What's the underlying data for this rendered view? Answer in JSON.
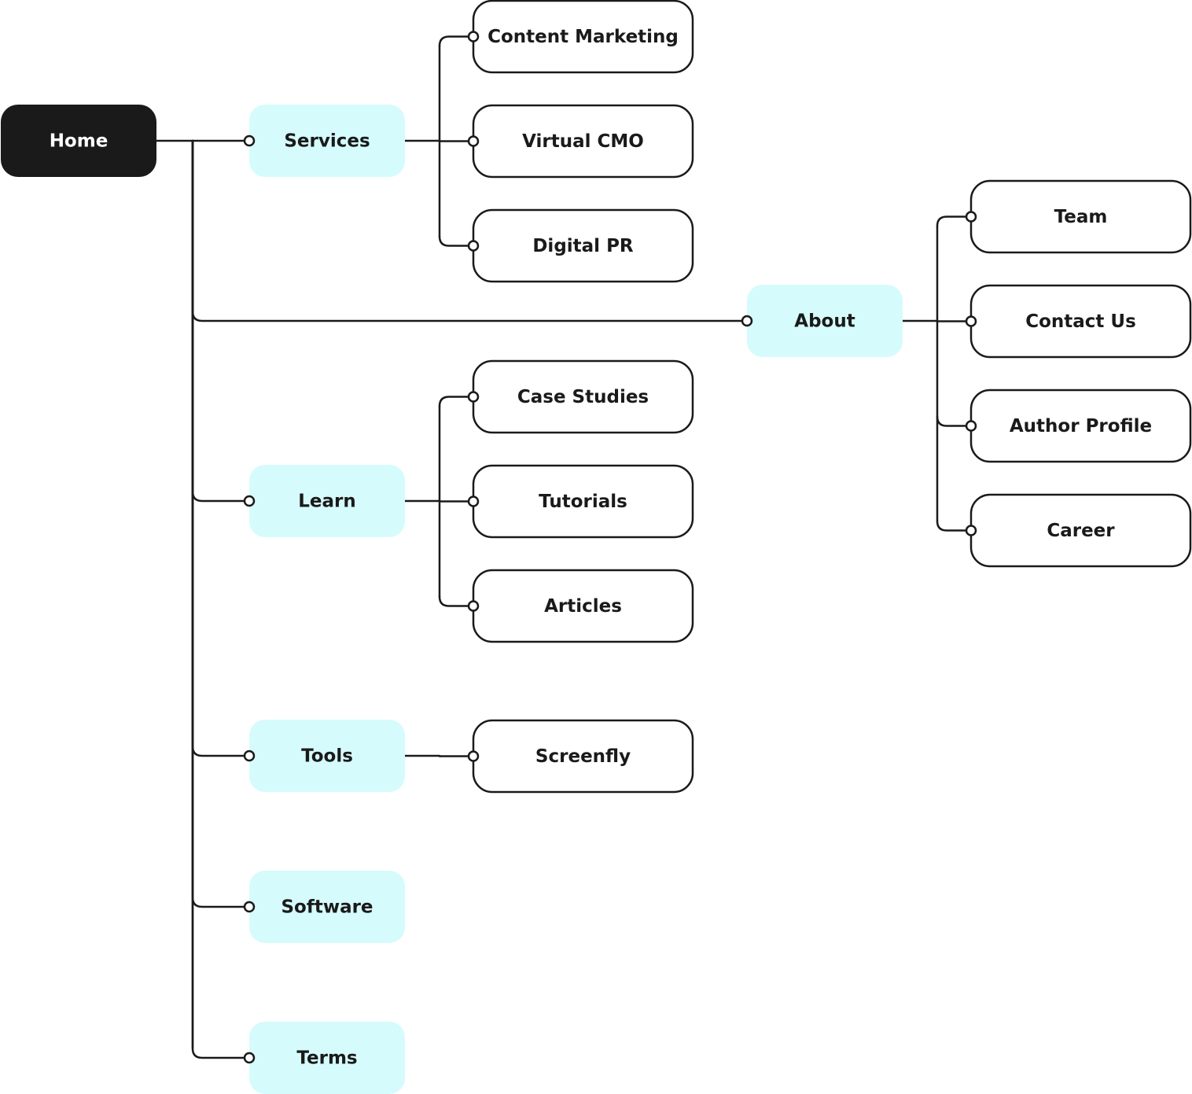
{
  "colors": {
    "root_fill": "#1a1a1a",
    "root_text": "#ffffff",
    "section_fill": "#d6fbfc",
    "section_text": "#1a1a1a",
    "page_fill": "#ffffff",
    "page_border": "#1a1a1a",
    "page_text": "#1a1a1a",
    "line": "#1a1a1a"
  },
  "root": {
    "label": "Home"
  },
  "sections": [
    {
      "id": "services",
      "label": "Services",
      "pages": [
        {
          "id": "content-marketing",
          "label": "Content Marketing"
        },
        {
          "id": "virtual-cmo",
          "label": "Virtual CMO"
        },
        {
          "id": "digital-pr",
          "label": "Digital PR"
        }
      ]
    },
    {
      "id": "about",
      "label": "About",
      "pages": [
        {
          "id": "team",
          "label": "Team"
        },
        {
          "id": "contact-us",
          "label": "Contact Us"
        },
        {
          "id": "author-profile",
          "label": "Author Profile"
        },
        {
          "id": "career",
          "label": "Career"
        }
      ]
    },
    {
      "id": "learn",
      "label": "Learn",
      "pages": [
        {
          "id": "case-studies",
          "label": "Case Studies"
        },
        {
          "id": "tutorials",
          "label": "Tutorials"
        },
        {
          "id": "articles",
          "label": "Articles"
        }
      ]
    },
    {
      "id": "tools",
      "label": "Tools",
      "pages": [
        {
          "id": "screenfly",
          "label": "Screenfly"
        }
      ]
    },
    {
      "id": "software",
      "label": "Software",
      "pages": []
    },
    {
      "id": "terms",
      "label": "Terms",
      "pages": []
    }
  ]
}
